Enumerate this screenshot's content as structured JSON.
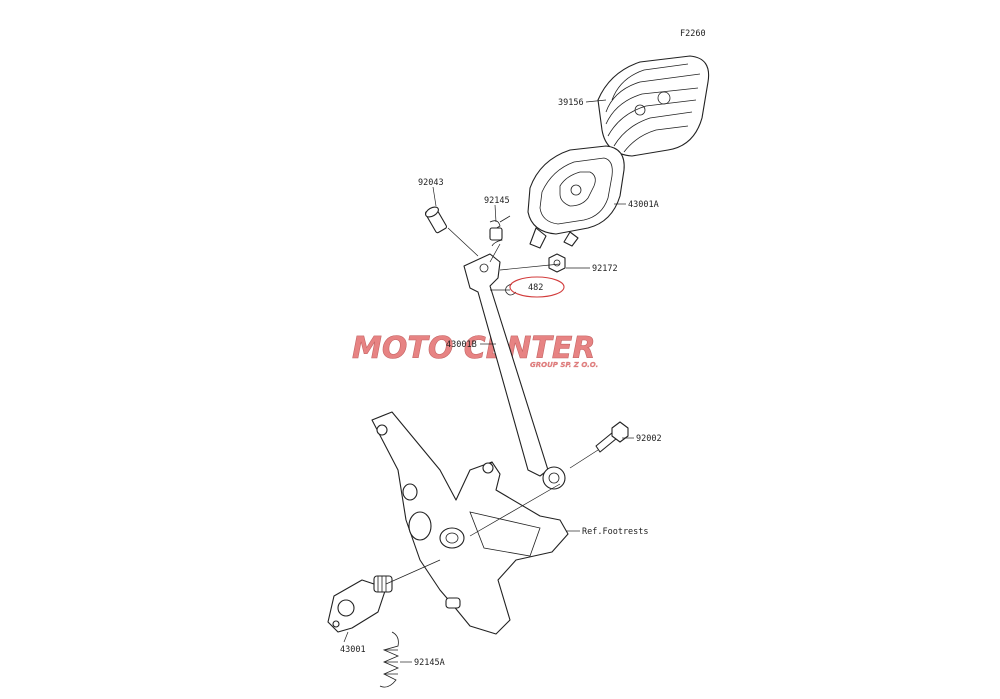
{
  "diagram": {
    "code": "F2260",
    "watermark": {
      "main": "MOTO CENTER",
      "sub": "GROUP SP. Z O.O.",
      "color": "#e05a5a"
    },
    "highlight_color": "#d23c3c",
    "parts": [
      {
        "id": "39156",
        "name": "pedal-pad"
      },
      {
        "id": "43001A",
        "name": "pedal-head"
      },
      {
        "id": "92043",
        "name": "pin"
      },
      {
        "id": "92145",
        "name": "spring"
      },
      {
        "id": "92172",
        "name": "nut"
      },
      {
        "id": "482",
        "name": "clip",
        "highlighted": true
      },
      {
        "id": "43001B",
        "name": "pedal-arm"
      },
      {
        "id": "92002",
        "name": "bolt"
      },
      {
        "id": "Ref.Footrests",
        "name": "footrest-bracket"
      },
      {
        "id": "43001",
        "name": "pivot-lever"
      },
      {
        "id": "92145A",
        "name": "return-spring"
      }
    ]
  }
}
